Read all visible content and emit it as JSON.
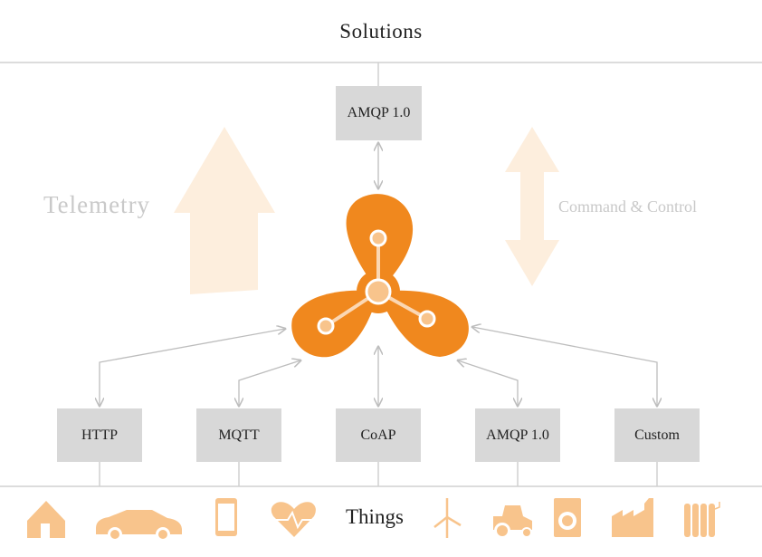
{
  "header": {
    "title": "Solutions"
  },
  "hub": {
    "protocol": "AMQP 1.0"
  },
  "labels": {
    "left": "Telemetry",
    "right": "Command & Control"
  },
  "protocols": [
    {
      "label": "HTTP"
    },
    {
      "label": "MQTT"
    },
    {
      "label": "CoAP"
    },
    {
      "label": "AMQP 1.0"
    },
    {
      "label": "Custom"
    }
  ],
  "footer": {
    "label": "Things",
    "icons": [
      "house-icon",
      "car-icon",
      "smartphone-icon",
      "heart-rate-icon",
      "wind-turbine-icon",
      "tractor-icon",
      "washing-machine-icon",
      "factory-icon",
      "radiator-icon"
    ]
  },
  "colors": {
    "accent": "#f0881e",
    "accent_light": "#f8c48c",
    "arrow_fill": "#fdeedd",
    "box": "#d8d8d8",
    "line": "#cccccc",
    "text_muted": "#c9c9c9"
  }
}
